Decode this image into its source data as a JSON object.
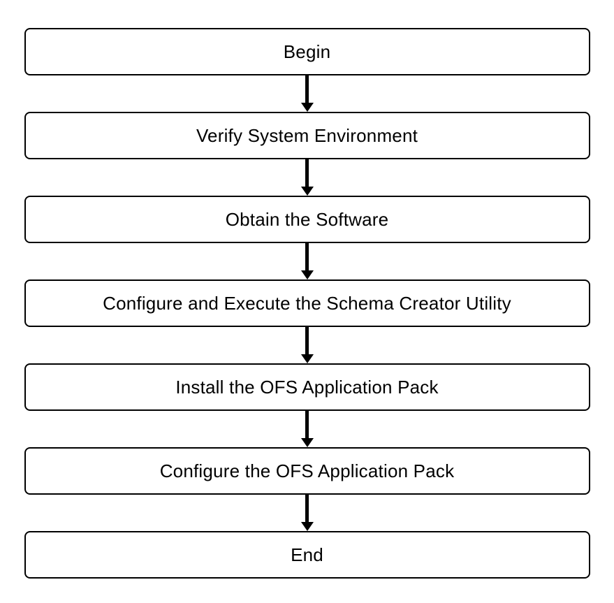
{
  "flowchart": {
    "type": "vertical-flow",
    "nodes": [
      {
        "id": "begin",
        "label": "Begin"
      },
      {
        "id": "verify-system-environment",
        "label": "Verify System Environment"
      },
      {
        "id": "obtain-the-software",
        "label": "Obtain the Software"
      },
      {
        "id": "configure-and-execute-schema-creator-utility",
        "label": "Configure and Execute the Schema Creator Utility"
      },
      {
        "id": "install-ofs-application-pack",
        "label": "Install the OFS Application Pack"
      },
      {
        "id": "configure-ofs-application-pack",
        "label": "Configure the OFS Application Pack"
      },
      {
        "id": "end",
        "label": "End"
      }
    ],
    "connections": [
      {
        "from": "begin",
        "to": "verify-system-environment",
        "style": "arrow-down"
      },
      {
        "from": "verify-system-environment",
        "to": "obtain-the-software",
        "style": "arrow-down"
      },
      {
        "from": "obtain-the-software",
        "to": "configure-and-execute-schema-creator-utility",
        "style": "arrow-down"
      },
      {
        "from": "configure-and-execute-schema-creator-utility",
        "to": "install-ofs-application-pack",
        "style": "arrow-down"
      },
      {
        "from": "install-ofs-application-pack",
        "to": "configure-ofs-application-pack",
        "style": "arrow-down"
      },
      {
        "from": "configure-ofs-application-pack",
        "to": "end",
        "style": "arrow-down"
      }
    ],
    "colors": {
      "background": "#ffffff",
      "node_fill": "#ffffff",
      "node_border": "#000000",
      "text": "#000000",
      "arrow": "#000000"
    }
  }
}
